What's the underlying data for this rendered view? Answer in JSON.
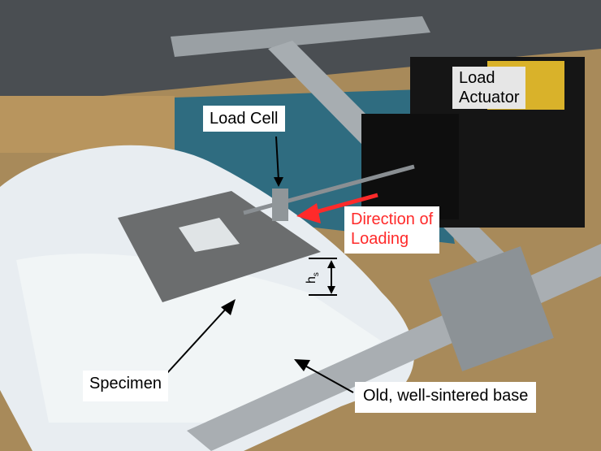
{
  "annotations": {
    "load_cell": "Load Cell",
    "load_actuator_line1": "Load",
    "load_actuator_line2": "Actuator",
    "direction_line1": "Direction of",
    "direction_line2": "Loading",
    "specimen": "Specimen",
    "base": "Old, well-sintered base",
    "height_symbol": "h",
    "height_subscript": "s"
  },
  "colors": {
    "direction_arrow": "#ff2a2a",
    "label_background": "#ffffff"
  }
}
